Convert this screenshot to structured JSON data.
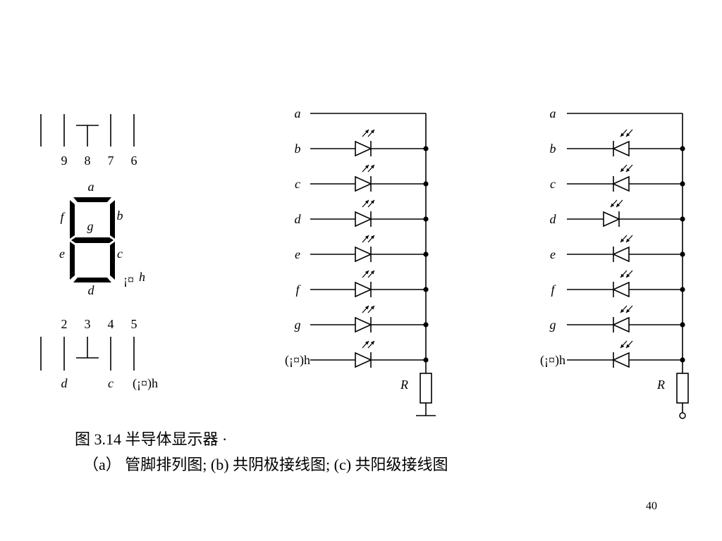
{
  "figure": {
    "part_a": {
      "top_pins": [
        "9",
        "8",
        "7",
        "6"
      ],
      "bottom_pins": [
        "2",
        "3",
        "4",
        "5"
      ],
      "segment_labels": {
        "a": "a",
        "b": "b",
        "c": "c",
        "d": "d",
        "e": "e",
        "f": "f",
        "g": "g"
      },
      "dp_label_dot": "¡¤",
      "dp_label_h": "h",
      "bottom_pin_labels": [
        "d",
        "c",
        "(¡¤)h"
      ]
    },
    "part_b": {
      "rows": [
        "a",
        "b",
        "c",
        "d",
        "e",
        "f",
        "g",
        "(¡¤)h"
      ],
      "resistor_label": "R"
    },
    "part_c": {
      "rows": [
        "a",
        "b",
        "c",
        "d",
        "e",
        "f",
        "g",
        "(¡¤)h"
      ],
      "resistor_label": "R"
    }
  },
  "caption": {
    "line1": "图 3.14 半导体显示器 ·",
    "line2": "（a） 管脚排列图; (b) 共阴极接线图;  (c) 共阳级接线图"
  },
  "page_number": "40"
}
